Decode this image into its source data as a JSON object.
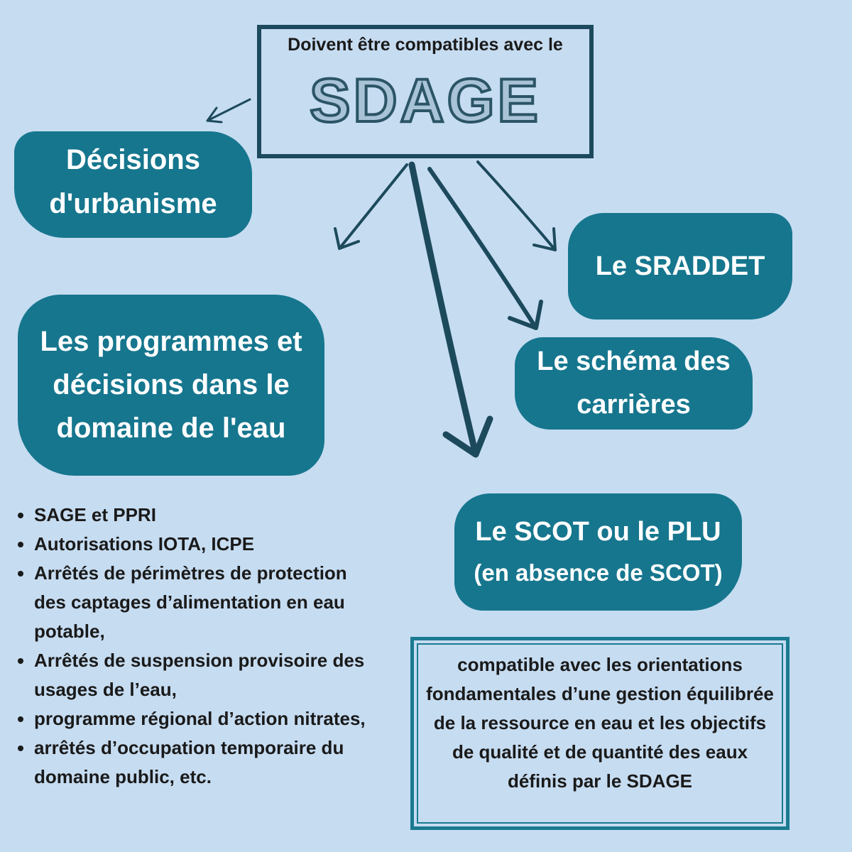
{
  "header": {
    "subtitle": "Doivent être compatibles avec le",
    "title": "SDAGE"
  },
  "blobs": {
    "urbanisme": [
      "Décisions",
      "d'urbanisme"
    ],
    "sraddet": [
      "Le SRADDET"
    ],
    "programmes": [
      "Les programmes et",
      "décisions dans le",
      "domaine de l'eau"
    ],
    "carrieres": [
      "Le schéma des",
      "carrières"
    ],
    "scot": [
      "Le SCOT ou le PLU",
      "(en absence de SCOT)"
    ]
  },
  "list": [
    "SAGE et PPRI",
    "Autorisations IOTA, ICPE",
    "Arrêtés de périmètres de protection des captages d’alimentation en eau potable,",
    "Arrêtés de suspension provisoire des usages de l’eau,",
    "programme régional d’action nitrates,",
    "arrêtés d’occupation temporaire du domaine public, etc."
  ],
  "note": "compatible avec les orientations fondamentales d’une gestion équilibrée de la ressource en eau et les objectifs de qualité et de quantité des eaux définis par le SDAGE",
  "colors": {
    "background": "#c6dcf1",
    "teal": "#16768e",
    "dark": "#1c4a5c"
  }
}
